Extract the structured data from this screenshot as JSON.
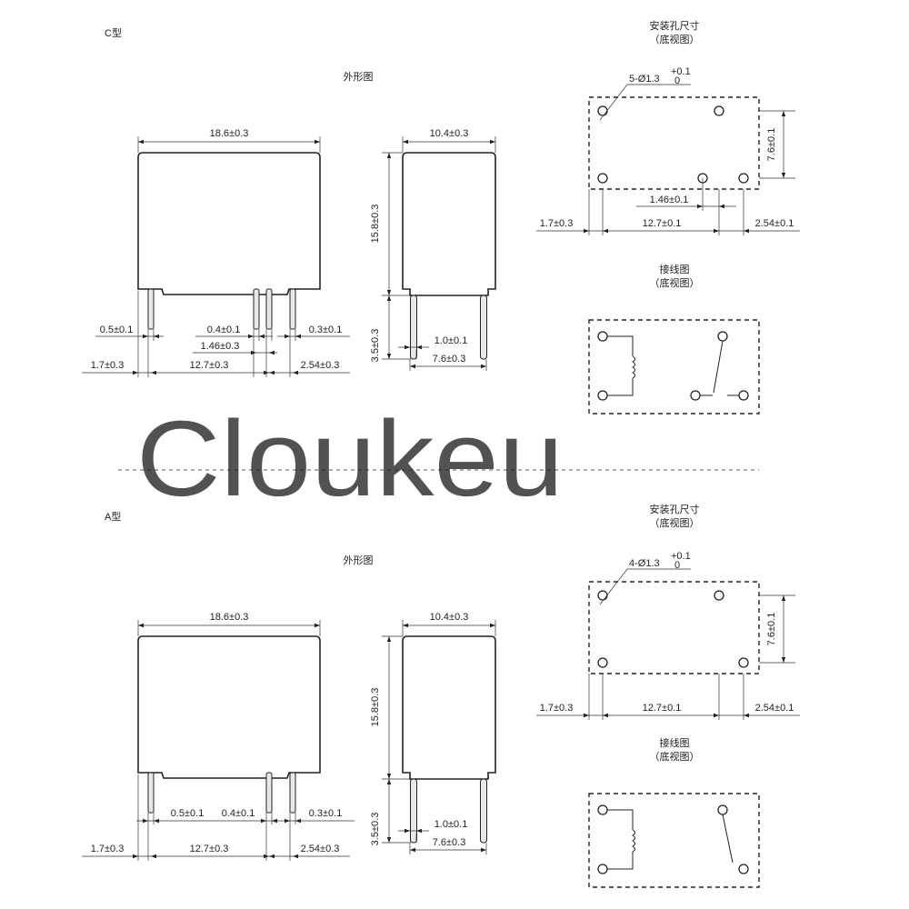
{
  "sections": [
    {
      "type_label": "C型",
      "outline_title": "外形图",
      "front": {
        "width": "18.6±0.3",
        "pin_width": "0.5±0.1",
        "pin_width2": "0.4±0.1",
        "pin_thick": "0.3±0.1",
        "pin_gap": "1.46±0.3",
        "edge": "1.7±0.3",
        "pitch": "12.7±0.3",
        "pitch2": "2.54±0.3"
      },
      "side": {
        "width": "10.4±0.3",
        "height": "15.8±0.3",
        "pin_len": "3.5±0.3",
        "pin_w": "1.0±0.1",
        "pin_span": "7.6±0.3"
      },
      "mounting": {
        "title": "安装孔尺寸",
        "subtitle": "（底视图）",
        "hole_label": "5-Ø1.3",
        "tol_plus": "+0.1",
        "tol_minus": "0",
        "row": "7.6±0.1",
        "gap": "1.46±0.1",
        "edge": "1.7±0.3",
        "pitch": "12.7±0.1",
        "pitch2": "2.54±0.1"
      },
      "wiring": {
        "title": "接线图",
        "subtitle": "（底视图）"
      }
    },
    {
      "type_label": "A型",
      "outline_title": "外形图",
      "front": {
        "width": "18.6±0.3",
        "pin_width": "0.5±0.1",
        "pin_width2": "0.4±0.1",
        "pin_thick": "0.3±0.1",
        "edge": "1.7±0.3",
        "pitch": "12.7±0.3",
        "pitch2": "2.54±0.3"
      },
      "side": {
        "width": "10.4±0.3",
        "height": "15.8±0.3",
        "pin_len": "3.5±0.3",
        "pin_w": "1.0±0.1",
        "pin_span": "7.6±0.3"
      },
      "mounting": {
        "title": "安装孔尺寸",
        "subtitle": "（底视图）",
        "hole_label": "4-Ø1.3",
        "tol_plus": "+0.1",
        "tol_minus": "0",
        "row": "7.6±0.1",
        "edge": "1.7±0.3",
        "pitch": "12.7±0.1",
        "pitch2": "2.54±0.1"
      },
      "wiring": {
        "title": "接线图",
        "subtitle": "（底视图）"
      }
    }
  ],
  "watermark": "Cloukeu",
  "colors": {
    "watermark_start": "#f8a85a",
    "watermark_end": "#f06a6a",
    "ink": "#222222"
  }
}
